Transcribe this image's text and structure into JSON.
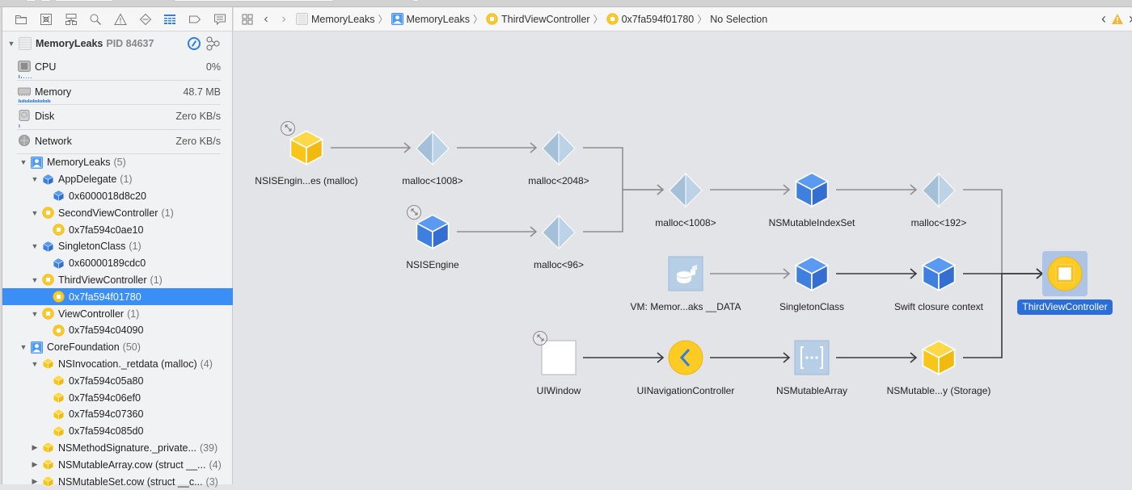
{
  "sidebar": {
    "navigator_tabs": [
      {
        "icon": "folder-icon",
        "label": "Project navigator"
      },
      {
        "icon": "source-control-icon",
        "label": "Source control navigator"
      },
      {
        "icon": "symbol-icon",
        "label": "Symbol navigator"
      },
      {
        "icon": "search-icon",
        "label": "Find navigator"
      },
      {
        "icon": "warning-icon",
        "label": "Issue navigator"
      },
      {
        "icon": "test-icon",
        "label": "Test navigator"
      },
      {
        "icon": "debug-icon",
        "label": "Debug navigator",
        "active": true
      },
      {
        "icon": "breakpoint-icon",
        "label": "Breakpoint navigator"
      },
      {
        "icon": "report-icon",
        "label": "Report navigator"
      }
    ],
    "process": {
      "name": "MemoryLeaks",
      "pid": "PID 84637"
    },
    "gauges": [
      {
        "label": "CPU",
        "value": "0%",
        "icon": "cpu-icon"
      },
      {
        "label": "Memory",
        "value": "48.7 MB",
        "icon": "memory-icon"
      },
      {
        "label": "Disk",
        "value": "Zero KB/s",
        "icon": "disk-icon"
      },
      {
        "label": "Network",
        "value": "Zero KB/s",
        "icon": "network-icon"
      }
    ],
    "tree": [
      {
        "level": 0,
        "expanded": true,
        "kind": "module",
        "label": "MemoryLeaks",
        "count": "(5)"
      },
      {
        "level": 1,
        "expanded": true,
        "kind": "blue-cube",
        "label": "AppDelegate",
        "count": "(1)"
      },
      {
        "level": 2,
        "kind": "blue-cube",
        "label": "0x6000018d8c20"
      },
      {
        "level": 1,
        "expanded": true,
        "kind": "yellow-circle",
        "label": "SecondViewController",
        "count": "(1)"
      },
      {
        "level": 2,
        "kind": "yellow-circle",
        "label": "0x7fa594c0ae10"
      },
      {
        "level": 1,
        "expanded": true,
        "kind": "blue-cube",
        "label": "SingletonClass",
        "count": "(1)"
      },
      {
        "level": 2,
        "kind": "blue-cube",
        "label": "0x60000189cdc0"
      },
      {
        "level": 1,
        "expanded": true,
        "kind": "yellow-circle",
        "label": "ThirdViewController",
        "count": "(1)"
      },
      {
        "level": 2,
        "kind": "yellow-circle",
        "label": "0x7fa594f01780",
        "selected": true
      },
      {
        "level": 1,
        "expanded": true,
        "kind": "yellow-circle",
        "label": "ViewController",
        "count": "(1)"
      },
      {
        "level": 2,
        "kind": "yellow-circle",
        "label": "0x7fa594c04090"
      },
      {
        "level": 0,
        "expanded": true,
        "kind": "module",
        "label": "CoreFoundation",
        "count": "(50)"
      },
      {
        "level": 1,
        "expanded": true,
        "kind": "yellow-cube",
        "label": "NSInvocation._retdata (malloc)",
        "count": "(4)"
      },
      {
        "level": 2,
        "kind": "yellow-cube",
        "label": "0x7fa594c05a80"
      },
      {
        "level": 2,
        "kind": "yellow-cube",
        "label": "0x7fa594c06ef0"
      },
      {
        "level": 2,
        "kind": "yellow-cube",
        "label": "0x7fa594c07360"
      },
      {
        "level": 2,
        "kind": "yellow-cube",
        "label": "0x7fa594c085d0"
      },
      {
        "level": 1,
        "expanded": false,
        "kind": "yellow-cube",
        "label": "NSMethodSignature._private...",
        "count": "(39)"
      },
      {
        "level": 1,
        "expanded": false,
        "kind": "yellow-cube",
        "label": "NSMutableArray.cow (struct __...",
        "count": "(4)"
      },
      {
        "level": 1,
        "expanded": false,
        "kind": "yellow-cube",
        "label": "NSMutableSet.cow (struct __c...",
        "count": "(3)"
      }
    ]
  },
  "jumpbar": {
    "crumbs": [
      {
        "icon": "app-icon",
        "label": "MemoryLeaks"
      },
      {
        "icon": "module-icon",
        "label": "MemoryLeaks"
      },
      {
        "icon": "yellow-circle-icon",
        "label": "ThirdViewController"
      },
      {
        "icon": "yellow-circle-icon",
        "label": "0x7fa594f01780"
      },
      {
        "icon": null,
        "label": "No Selection"
      }
    ]
  },
  "graph": {
    "nodes": [
      {
        "id": "n1",
        "label": "NSISEngin...es (malloc)",
        "kind": "yellow-cube",
        "root": true
      },
      {
        "id": "n2",
        "label": "malloc<1008>",
        "kind": "pyramid"
      },
      {
        "id": "n3",
        "label": "malloc<2048>",
        "kind": "pyramid"
      },
      {
        "id": "n4",
        "label": "NSISEngine",
        "kind": "blue-cube",
        "root": true
      },
      {
        "id": "n5",
        "label": "malloc<96>",
        "kind": "pyramid"
      },
      {
        "id": "n6",
        "label": "malloc<1008>",
        "kind": "pyramid"
      },
      {
        "id": "n7",
        "label": "NSMutableIndexSet",
        "kind": "blue-cube"
      },
      {
        "id": "n8",
        "label": "malloc<192>",
        "kind": "pyramid"
      },
      {
        "id": "n9",
        "label": "VM: Memor...aks __DATA",
        "kind": "vm-region"
      },
      {
        "id": "n10",
        "label": "SingletonClass",
        "kind": "blue-cube"
      },
      {
        "id": "n11",
        "label": "Swift closure context",
        "kind": "blue-cube"
      },
      {
        "id": "n12",
        "label": "UIWindow",
        "kind": "window",
        "root": true
      },
      {
        "id": "n13",
        "label": "UINavigationController",
        "kind": "nav-controller"
      },
      {
        "id": "n14",
        "label": "NSMutableArray",
        "kind": "array"
      },
      {
        "id": "n15",
        "label": "NSMutable...y (Storage)",
        "kind": "yellow-cube"
      },
      {
        "id": "n16",
        "label": "ThirdViewController",
        "kind": "view-controller",
        "selected": true
      }
    ],
    "edges": [
      {
        "from": "n1",
        "to": "n2",
        "strong": false
      },
      {
        "from": "n2",
        "to": "n3",
        "strong": false
      },
      {
        "from": "n4",
        "to": "n5",
        "strong": false
      },
      {
        "from": "n3",
        "to": "n6",
        "strong": false
      },
      {
        "from": "n5",
        "to": "n6",
        "strong": false
      },
      {
        "from": "n6",
        "to": "n7",
        "strong": false
      },
      {
        "from": "n7",
        "to": "n8",
        "strong": false
      },
      {
        "from": "n8",
        "to": "n16",
        "strong": false
      },
      {
        "from": "n9",
        "to": "n10",
        "strong": false
      },
      {
        "from": "n10",
        "to": "n11",
        "strong": true
      },
      {
        "from": "n11",
        "to": "n16",
        "strong": true
      },
      {
        "from": "n12",
        "to": "n13",
        "strong": true
      },
      {
        "from": "n13",
        "to": "n14",
        "strong": true
      },
      {
        "from": "n14",
        "to": "n15",
        "strong": true
      },
      {
        "from": "n15",
        "to": "n16",
        "strong": true
      }
    ]
  },
  "colors": {
    "accent": "#2f7ee6",
    "selection": "#3a8ef5",
    "selected_label": "#2b6fd6",
    "warning": "#f5b731",
    "object_blue": "#4a8ae8",
    "object_yellow": "#fdcb21"
  }
}
